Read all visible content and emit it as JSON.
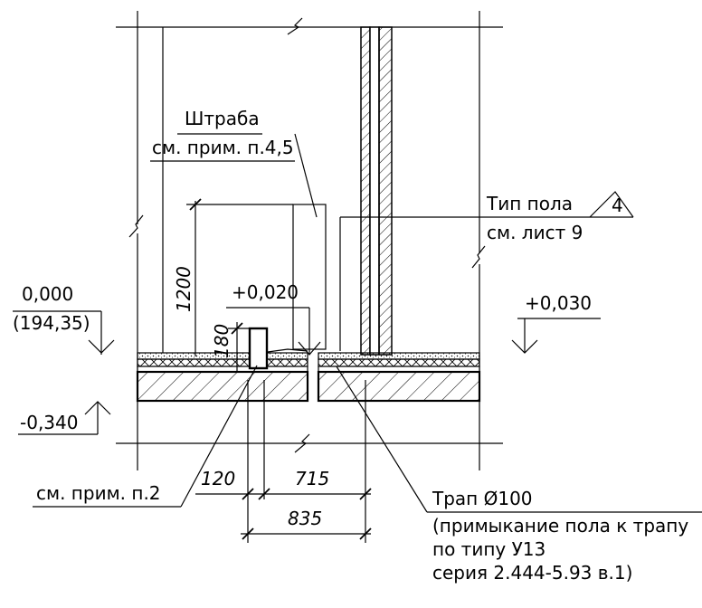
{
  "notes": {
    "groove_title": "Штраба",
    "groove_ref": "см. прим. п.4,5",
    "floor_type": "Тип пола",
    "floor_type_num": "4",
    "floor_ref": "см. лист 9",
    "left_ref": "см. прим. п.2",
    "drain_title": "Трап Ø100",
    "drain_line1": "(примыкание пола к трапу",
    "drain_line2": "по типу  У13",
    "drain_line3": "серия 2.444-5.93 в.1)"
  },
  "elevations": {
    "zero": "0,000",
    "zero_abs": "(194,35)",
    "plus_020": "+0,020",
    "plus_030": "+0,030",
    "minus_340": "-0,340"
  },
  "dimensions": {
    "h1200": "1200",
    "h180": "180",
    "w120": "120",
    "w715": "715",
    "w835": "835"
  },
  "colors": {
    "line": "#000000",
    "background": "#ffffff"
  }
}
